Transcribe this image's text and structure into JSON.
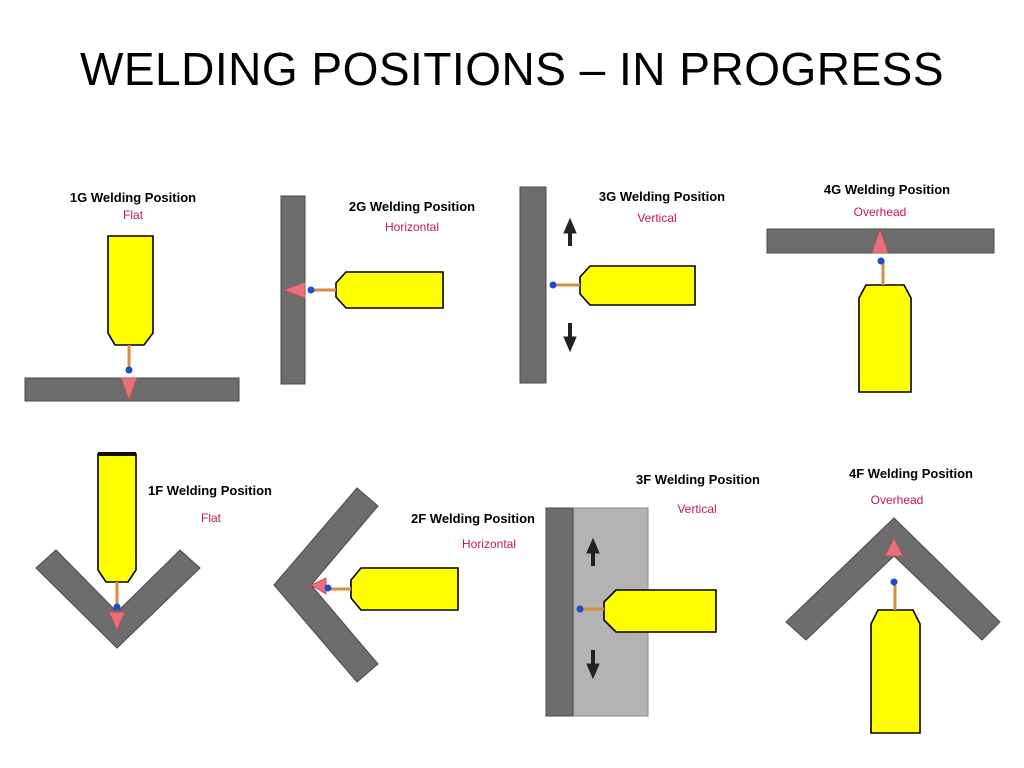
{
  "slide": {
    "title": "WELDING POSITIONS – IN PROGRESS"
  },
  "colors": {
    "plate": "#6d6d6d",
    "rod": "#ffff00",
    "subtitle": "#c2185b",
    "spark": "#3aa6e8",
    "bead": "#e8707a"
  },
  "positions": {
    "g1": {
      "title": "1G Welding Position",
      "subtitle": "Flat"
    },
    "g2": {
      "title": "2G Welding Position",
      "subtitle": "Horizontal"
    },
    "g3": {
      "title": "3G Welding Position",
      "subtitle": "Vertical"
    },
    "g4": {
      "title": "4G Welding Position",
      "subtitle": "Overhead"
    },
    "f1": {
      "title": "1F Welding Position",
      "subtitle": "Flat"
    },
    "f2": {
      "title": "2F Welding Position",
      "subtitle": "Horizontal"
    },
    "f3": {
      "title": "3F Welding Position",
      "subtitle": "Vertical"
    },
    "f4": {
      "title": "4F Welding Position",
      "subtitle": "Overhead"
    }
  },
  "icons": [
    "welding-rod-icon",
    "spark-icon",
    "weld-bead-icon",
    "up-arrow-icon",
    "down-arrow-icon"
  ]
}
